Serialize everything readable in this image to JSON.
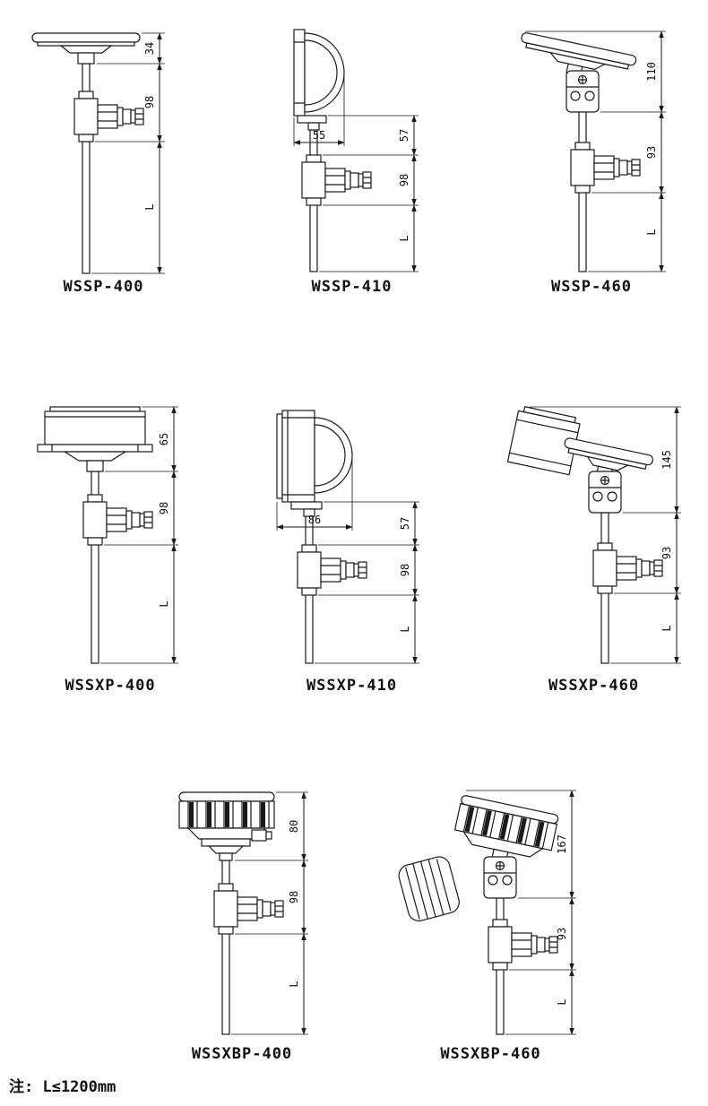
{
  "note": "注: L≤1200mm",
  "figures": [
    {
      "label": "WSSP-400",
      "dims": {
        "d1": "34",
        "d2": "98",
        "d3": "L"
      }
    },
    {
      "label": "WSSP-410",
      "dims": {
        "w": "55",
        "d1": "57",
        "d2": "98",
        "d3": "L"
      }
    },
    {
      "label": "WSSP-460",
      "dims": {
        "d1": "110",
        "d2": "93",
        "d3": "L"
      }
    },
    {
      "label": "WSSXP-400",
      "dims": {
        "d1": "65",
        "d2": "98",
        "d3": "L"
      }
    },
    {
      "label": "WSSXP-410",
      "dims": {
        "w": "86",
        "d1": "57",
        "d2": "98",
        "d3": "L"
      }
    },
    {
      "label": "WSSXP-460",
      "dims": {
        "d1": "145",
        "d2": "93",
        "d3": "L"
      }
    },
    {
      "label": "WSSXBP-400",
      "dims": {
        "d1": "80",
        "d2": "98",
        "d3": "L"
      }
    },
    {
      "label": "WSSXBP-460",
      "dims": {
        "d1": "167",
        "d2": "93",
        "d3": "L"
      }
    }
  ]
}
